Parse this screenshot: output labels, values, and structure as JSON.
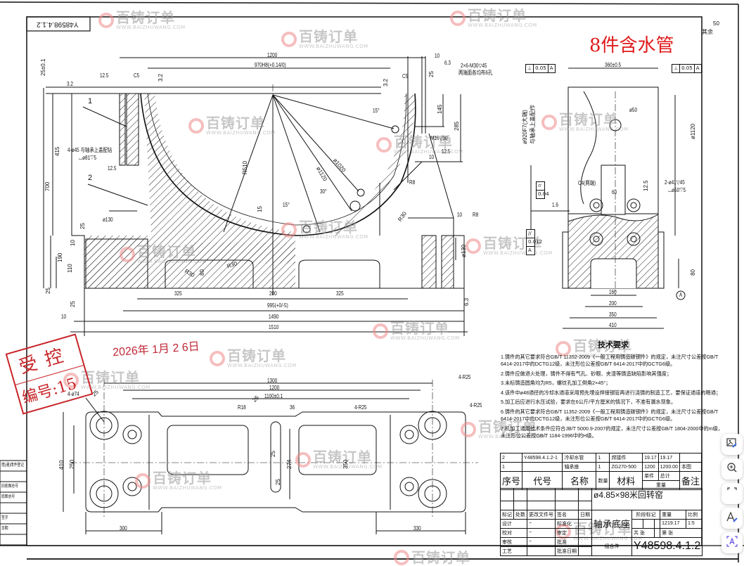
{
  "drawing": {
    "number_top": "Y48598.4.1.2",
    "red_note": "8件含水管",
    "roughness_rest": {
      "label": "其余",
      "value": "50"
    },
    "stamp": {
      "line1": "受控",
      "line2": "编号:15"
    },
    "date_stamp": "2026年 1月 2 6日"
  },
  "front_view": {
    "dims": {
      "width_1200": "1200",
      "bore": "970H8(+0.14/0)",
      "d10_top": "10",
      "hole_note": "2×6-M30▽45",
      "hole_note2": "两端面各均布6孔",
      "r6_3": "6.3",
      "h25": "25±0.1",
      "rough_32a": "3.2",
      "rough_125a": "12.5",
      "c5_left": "C5",
      "rough_32b": "3.2",
      "c5_right": "C5",
      "rough_3_2c": "3.2",
      "rough_25top": "25",
      "angle15a": "15°",
      "d145": "145",
      "d285": "285",
      "m16": "M16▽30",
      "rough125b": "12.5",
      "d10b": "10",
      "r8a": "R8",
      "callout1": "1",
      "callout2": "2",
      "h415": "415",
      "h700": "700",
      "note_4phi45": "4-ø45 与轴承上盖配钻",
      "note_4phi45b": "⌴ø81▽5",
      "rough125c": "12.5",
      "r510": "R510",
      "phi1020": "ø1020",
      "phi1120": "ø1120",
      "angle30": "30°",
      "angle15b": "15°",
      "d15": "15",
      "phi130a": "ø130",
      "rough25a": "25",
      "d10c": "10",
      "h190": "190",
      "h110": "110",
      "r30a": "R30",
      "h80": "80",
      "r30b": "R30",
      "r30c": "R30",
      "d10d": "10",
      "r8b": "R8",
      "phi130b": "ø130",
      "rough25b": "25",
      "rough25c": "25",
      "rough63": "6.3",
      "d325a": "325",
      "d200": "200",
      "d325b": "325",
      "d995": "995(+0/-5)",
      "d10e": "10",
      "d1490": "1490",
      "d1510": "1510"
    }
  },
  "side_view": {
    "dims": {
      "gdt_left": [
        "⊥",
        "0.05",
        "A"
      ],
      "d360": "360±0.5",
      "gdt_right": [
        "⊥",
        "0.05",
        "A"
      ],
      "phi50": "ø50",
      "phi920": "ø920F7(大端)",
      "phi920b": "与轴承上盖配作",
      "phi1120": "ø1120",
      "c4": "C4(两端)",
      "d60": "60",
      "rough125": "12.5",
      "holes": "2-ø41▽45",
      "holes2": "⌴ø50▽5",
      "gdt_flat": [
        "⌭",
        "0.04"
      ],
      "rough16": "1.6",
      "gdt_par": [
        "//",
        "0.012",
        "A"
      ],
      "d80": "80",
      "datum": "A",
      "d160": "160",
      "d200": "200",
      "d350": "350",
      "d410": "410"
    }
  },
  "top_view": {
    "dims": {
      "d1300": "1300",
      "d1200": "1200",
      "d1100": "1100±0.1",
      "holes74": "4-ø74",
      "rough25a": "25",
      "r18": "R18",
      "rough25b": "25",
      "d36": "36",
      "r25a": "4-R25",
      "r25b": "4-R25",
      "r25c": "4-R25",
      "h410": "410",
      "h250": "250",
      "h274": "274",
      "h350": "350",
      "rough25c": "25",
      "rough25d": "25",
      "d300": "300",
      "d330": "330"
    }
  },
  "tech_requirements": {
    "title": "技术要求",
    "items": [
      "1.铸件的其它要求符合GB/T 11352-2009《一般工程用铸造碳钢件》的规定，未注尺寸公差按GB/T 6414-2017中的DCTG12级，未注形位公差按GB/T 6414-2017中的GCTG6级。",
      "2.铸件应做退火处理，铸件不得有气孔、砂眼、夹渣等铸造缺陷影响其强度；",
      "3.未标铸造圆角均为R5，螺纹孔加工倒角2×45°；",
      "4.该件中ø48通径的冷却水通道采用预先埋设焊接钢管再进行浇铸的制造工艺，要保证通道的畅通；",
      "5.加工后应进行水压试验，要求在6公斤/平方厘米的情况下，不准有漏水现象。",
      "6.铸件的其它要求符合GB/T 11352-2009《一般工程用铸造碳钢件》的规定，未注尺寸公差按GB/T 6414-2017中的DCTG12级，未注形位公差按GB/T 6414-2017中的GCTG6级。",
      "7.机加工通用技术条件应符合JB/T 5000.9-2007的规定，未注尺寸公差按GB/T 1804-2000中的m级，未注形位公差按GB/T 1184-1996中的H级。"
    ]
  },
  "bom": {
    "rows": [
      {
        "no": "2",
        "code": "Y48598.4.1.2-1",
        "name": "冷却水管",
        "qty": "1",
        "material": "焊接件",
        "unit": "19.17",
        "total": "19.17",
        "note": ""
      },
      {
        "no": "1",
        "code": "",
        "name": "轴承座",
        "qty": "1",
        "material": "ZG270-500",
        "unit": "1200",
        "total": "1200.00",
        "note": "本图"
      }
    ],
    "header": {
      "no": "序号",
      "code": "代号",
      "name": "名称",
      "qty": "数量",
      "material": "材料",
      "unit": "单件",
      "total": "总计",
      "weight": "重量",
      "note": "备注"
    }
  },
  "title_block": {
    "project": "ø4.85×98米回转窑",
    "part_name": "轴承底座",
    "part_type": "组合件",
    "drawing_no": "Y48598.4.1.2",
    "stage_label": "阶段标记",
    "weight_label": "重量",
    "weight": "1219.17",
    "scale_label": "比例",
    "scale": "1:5",
    "sheet_label": "共 张",
    "sheet_no": "第 张",
    "labels": [
      "标记",
      "处数",
      "更改文件号",
      "签名",
      "日期"
    ],
    "roles": [
      "设计",
      "校对",
      "审核",
      "工艺"
    ],
    "roles2": [
      "标准化",
      "审定",
      "批准",
      "批准日期"
    ]
  },
  "left_margin": {
    "labels": [
      "借(通)用件登记",
      "旧底图总号",
      "底图总号",
      "签字",
      "日期"
    ]
  },
  "watermark": {
    "cn": "百铸订单",
    "en": "WWW.BAIZHUWANG.COM"
  },
  "toolbar": {
    "buttons": [
      {
        "name": "edit-image-button",
        "glyph": "🖼"
      },
      {
        "name": "zoom-in-button",
        "glyph": "⊕"
      },
      {
        "name": "crop-button",
        "glyph": "⌜⌝"
      },
      {
        "name": "annotate-text-button",
        "glyph": "A"
      },
      {
        "name": "ocr-button",
        "glyph": "A"
      }
    ]
  }
}
